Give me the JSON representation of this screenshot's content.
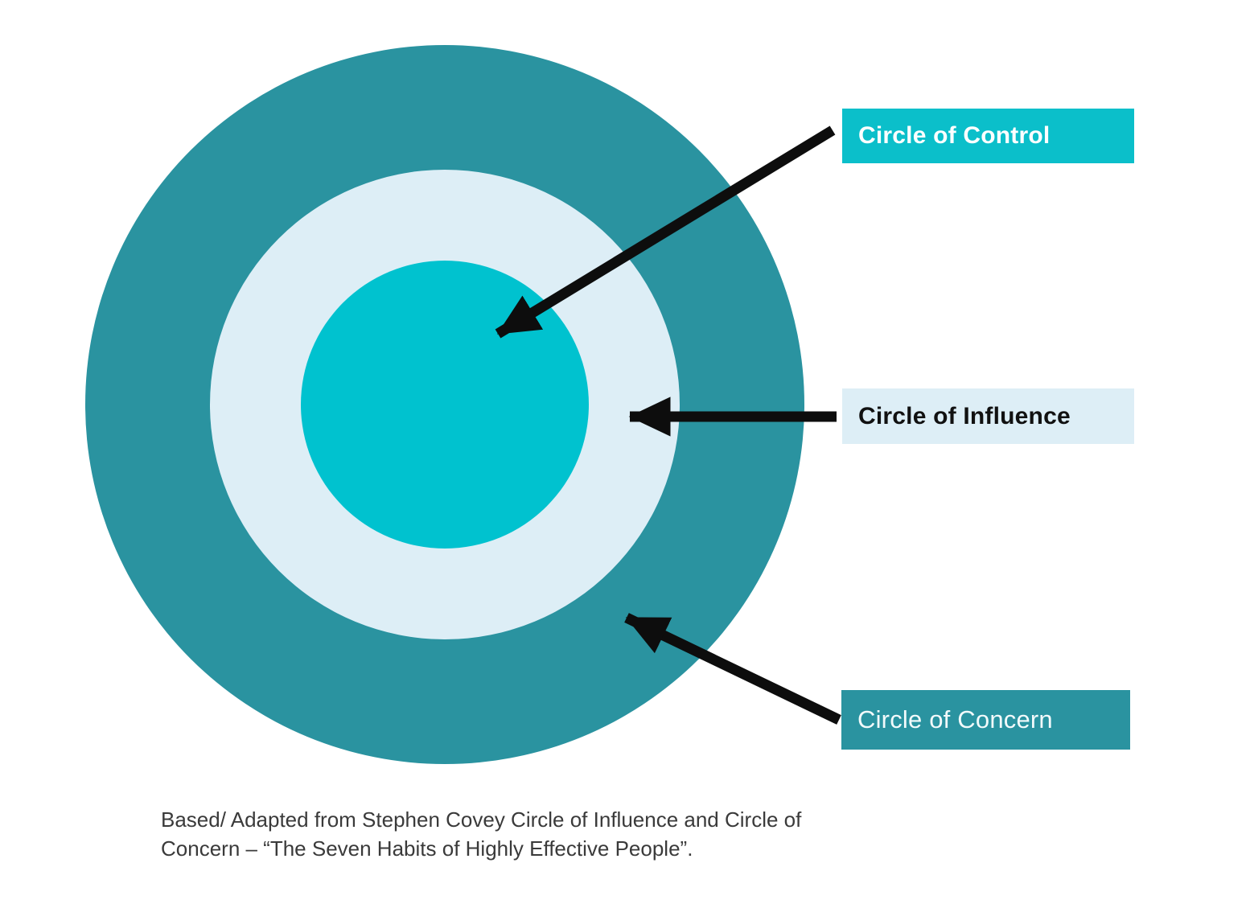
{
  "colors": {
    "outer-ring": "#2a93a0",
    "middle-ring": "#ddeef6",
    "inner-circle": "#00c2cf",
    "control-label-bg": "#0bbfca",
    "influence-label-bg": "#ddeef6",
    "concern-label-bg": "#2a93a0",
    "arrow": "#0d0d0d",
    "caption-text": "#3a3a3a"
  },
  "labels": {
    "control": "Circle of Control",
    "influence": "Circle of Influence",
    "concern": "Circle of Concern"
  },
  "caption": {
    "line1": "Based/ Adapted from Stephen Covey Circle of Influence and Circle of",
    "line2": "Concern – “The Seven Habits of Highly Effective People”."
  }
}
